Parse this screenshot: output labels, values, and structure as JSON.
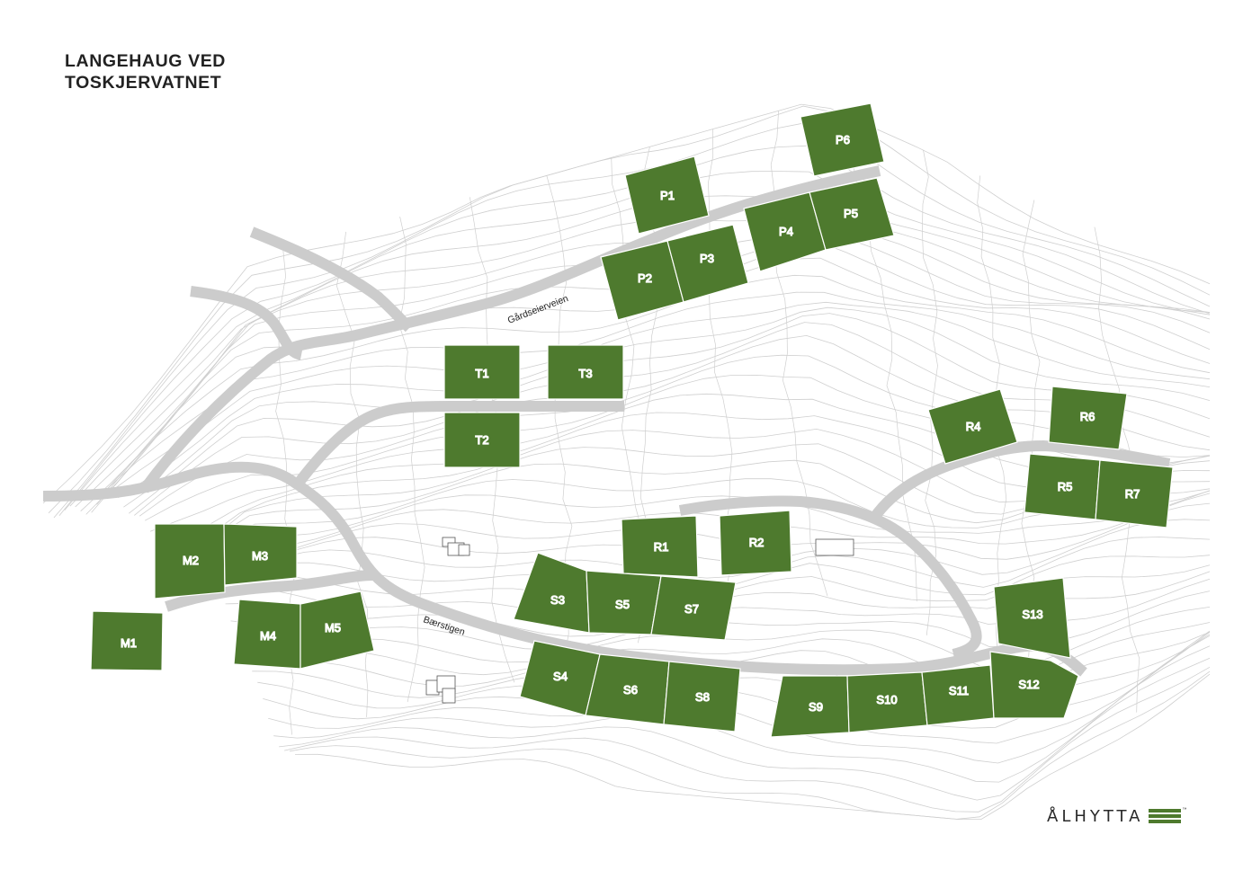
{
  "map": {
    "title_line1": "LANGEHAUG VED",
    "title_line2": "TOSKJERVATNET",
    "plot_color": "#4e7a2e",
    "road_color": "#cccccc",
    "contour_color": "#cfcfcf",
    "roads": {
      "gardseierveien": "Gårdseierveien",
      "baerstigen": "Bærstigen"
    },
    "plots": {
      "P1": "P1",
      "P2": "P2",
      "P3": "P3",
      "P4": "P4",
      "P5": "P5",
      "P6": "P6",
      "T1": "T1",
      "T2": "T2",
      "T3": "T3",
      "R1": "R1",
      "R2": "R2",
      "R4": "R4",
      "R5": "R5",
      "R6": "R6",
      "R7": "R7",
      "M1": "M1",
      "M2": "M2",
      "M3": "M3",
      "M4": "M4",
      "M5": "M5",
      "S3": "S3",
      "S4": "S4",
      "S5": "S5",
      "S6": "S6",
      "S7": "S7",
      "S8": "S8",
      "S9": "S9",
      "S10": "S10",
      "S11": "S11",
      "S12": "S12",
      "S13": "S13"
    }
  },
  "brand": {
    "logo_text": "ÅLHYTTA",
    "tm": "™"
  }
}
